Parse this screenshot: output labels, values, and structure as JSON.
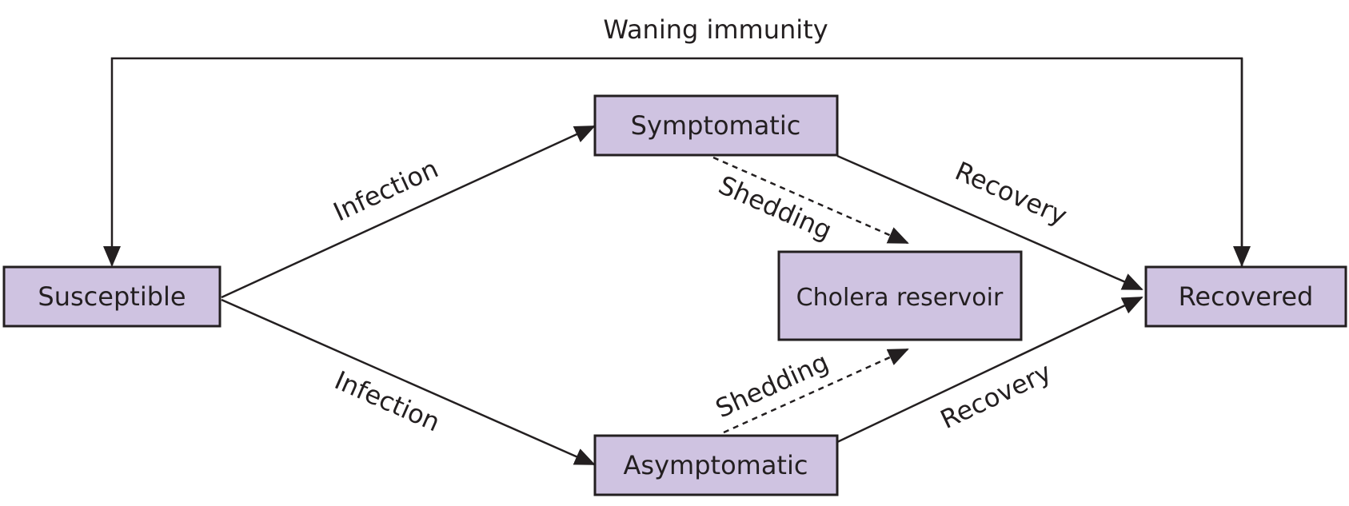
{
  "colors": {
    "node_fill": "#cfc3e1",
    "stroke": "#231f20",
    "text": "#231f20"
  },
  "nodes": {
    "susceptible": "Susceptible",
    "symptomatic": "Symptomatic",
    "asymptomatic": "Asymptomatic",
    "cholera_reservoir": "Cholera reservoir",
    "recovered": "Recovered"
  },
  "edges": {
    "waning_immunity": "Waning immunity",
    "infection_symptomatic": "Infection",
    "infection_asymptomatic": "Infection",
    "shedding_symptomatic": "Shedding",
    "shedding_asymptomatic": "Shedding",
    "recovery_symptomatic": "Recovery",
    "recovery_asymptomatic": "Recovery"
  }
}
